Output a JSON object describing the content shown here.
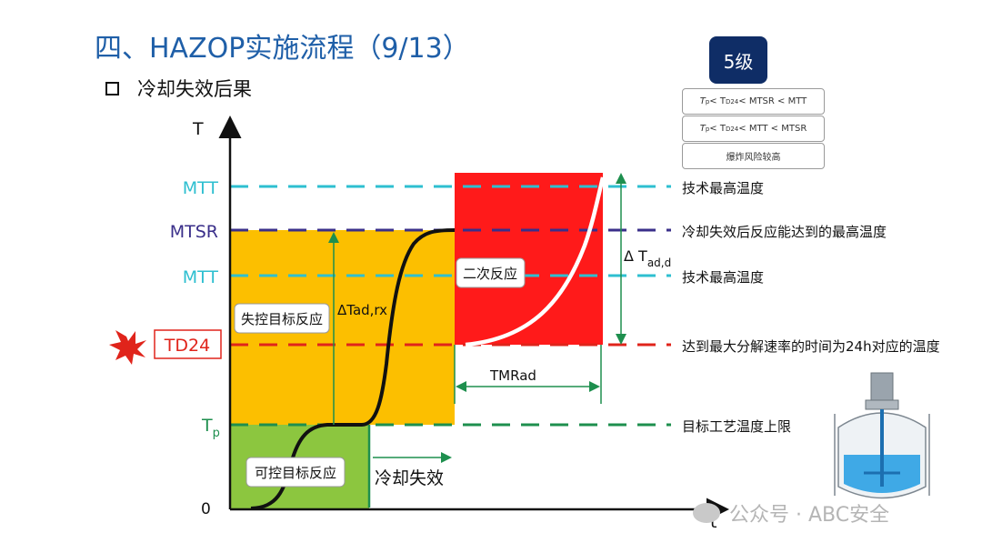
{
  "slide": {
    "title": "四、HAZOP实施流程（9/13）",
    "subtitle": "冷却失效后果"
  },
  "level": {
    "badge": "5级",
    "conditions": [
      {
        "a": "T",
        "a_sub": "p",
        "b": " < T",
        "b_sub": "D24",
        "c": " < MTSR < MTT"
      },
      {
        "a": "T",
        "a_sub": "p",
        "b": " < T",
        "b_sub": "D24",
        "c": " < MTT < MTSR"
      },
      {
        "text": "爆炸风险较高"
      }
    ]
  },
  "diagram": {
    "axis_y_label": "T",
    "axis_x_label": "t",
    "origin_label": "0",
    "levels": {
      "mtt_top": "MTT",
      "mtsr": "MTSR",
      "mtt_mid": "MTT",
      "td24": "TD24",
      "tp_main": "T",
      "tp_sub": "p"
    },
    "descriptions": {
      "mtt_top": "技术最高温度",
      "mtsr": "冷却失效后反应能达到的最高温度",
      "mtt_mid": "技术最高温度",
      "td24": "达到最大分解速率的时间为24h对应的温度",
      "tp": "目标工艺温度上限"
    },
    "regions": {
      "controlled": "可控目标反应",
      "runaway": "失控目标反应",
      "secondary": "二次反应"
    },
    "annotations": {
      "delta_tad_rx": "ΔTad,rx",
      "delta_tad_d_main": "Δ T",
      "delta_tad_d_sub": "ad,d",
      "tmrad": "TMRad",
      "cooling_failure": "冷却失效"
    },
    "colors": {
      "mtt": "#2ebfd0",
      "mtsr": "#3a2f8a",
      "td24": "#e0241b",
      "tp": "#1e8f4e",
      "controlled_fill": "#8cc63f",
      "runaway_fill": "#fcbf00",
      "secondary_fill": "#ff1a1a",
      "cooling_arrow": "#1e8f4e"
    }
  },
  "watermark": "公众号 · ABC安全"
}
